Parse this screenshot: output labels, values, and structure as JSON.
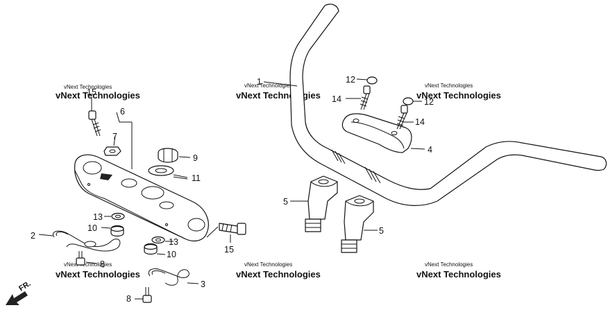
{
  "callouts": {
    "c1": "1",
    "c2": "2",
    "c3": "3",
    "c4": "4",
    "c5a": "5",
    "c5b": "5",
    "c6": "6",
    "c7": "7",
    "c8a": "8",
    "c8b": "8",
    "c9": "9",
    "c10a": "10",
    "c10b": "10",
    "c11": "11",
    "c12a": "12",
    "c12b": "12",
    "c13a": "13",
    "c13b": "13",
    "c14a": "14",
    "c14b": "14",
    "c15a": "15",
    "c15b": "15"
  },
  "watermark": "vNext Technologies",
  "direction_label": "FR.",
  "colors": {
    "ink": "#111111",
    "watermark": "#8a8a8a",
    "background": "#ffffff"
  }
}
